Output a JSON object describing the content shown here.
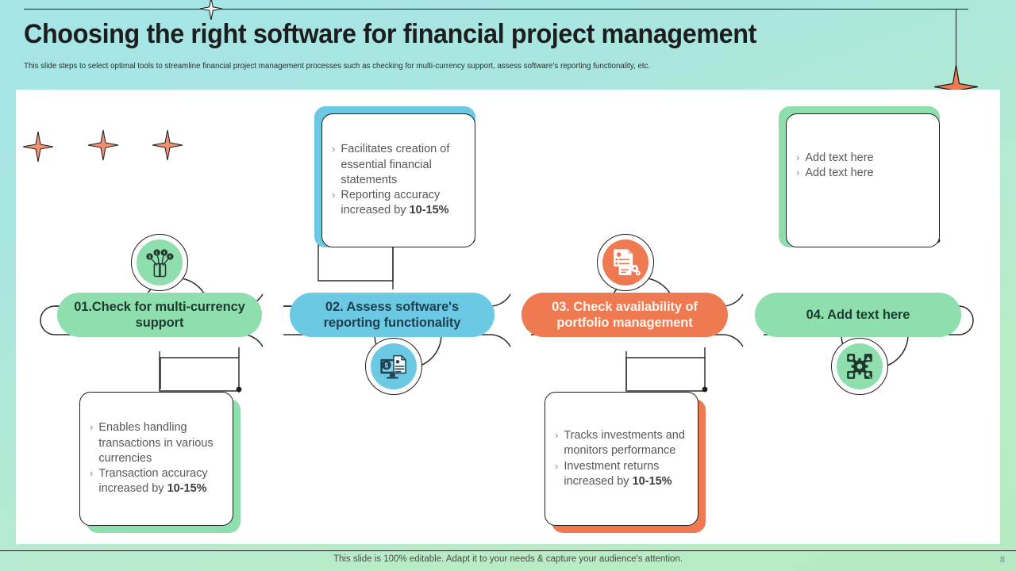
{
  "header": {
    "title": "Choosing the right software for financial project management",
    "subtitle": "This slide steps to select optimal tools to streamline financial project management processes such as checking for multi-currency support, assess software's reporting functionality, etc."
  },
  "colors": {
    "green": "#8fdfae",
    "blue": "#6cc9e3",
    "orange": "#ef7a52",
    "ink": "#1d1d1d",
    "body_text": "#585858",
    "bg_top": "#a5e4e8",
    "bg_bottom": "#b4ebc0"
  },
  "steps": [
    {
      "label": "01.Check for multi-currency support",
      "color": "green",
      "icon": "multi-currency-card-icon"
    },
    {
      "label": "02. Assess software's reporting functionality",
      "color": "blue",
      "icon": "financial-report-monitor-icon"
    },
    {
      "label": "03. Check availability of portfolio management",
      "color": "orange",
      "icon": "portfolio-document-gears-icon"
    },
    {
      "label": "04. Add text here",
      "color": "green",
      "icon": "settings-network-icon"
    }
  ],
  "cards": [
    {
      "position": "bottom-left",
      "color": "green",
      "bullets": [
        {
          "text": "Enables handling transactions in various currencies",
          "bold": ""
        },
        {
          "text": "Transaction accuracy increased by ",
          "bold": "10-15%"
        }
      ]
    },
    {
      "position": "top-second",
      "color": "blue",
      "bullets": [
        {
          "text": "Facilitates creation of essential financial statements",
          "bold": ""
        },
        {
          "text": "Reporting accuracy increased by ",
          "bold": "10-15%"
        }
      ]
    },
    {
      "position": "bottom-third",
      "color": "orange",
      "bullets": [
        {
          "text": "Tracks investments and monitors performance",
          "bold": ""
        },
        {
          "text": "Investment  returns increased by ",
          "bold": "10-15%"
        }
      ]
    },
    {
      "position": "top-fourth",
      "color": "green",
      "bullets": [
        {
          "text": "Add text here",
          "bold": ""
        },
        {
          "text": "Add text here",
          "bold": ""
        }
      ]
    }
  ],
  "decor": {
    "star_count_small": 3,
    "top_star": "four-point-star-outline",
    "right_star": "four-point-star-filled"
  },
  "footer": {
    "note": "This slide is 100% editable. Adapt it to your needs & capture your audience's attention.",
    "page_number": "8"
  }
}
